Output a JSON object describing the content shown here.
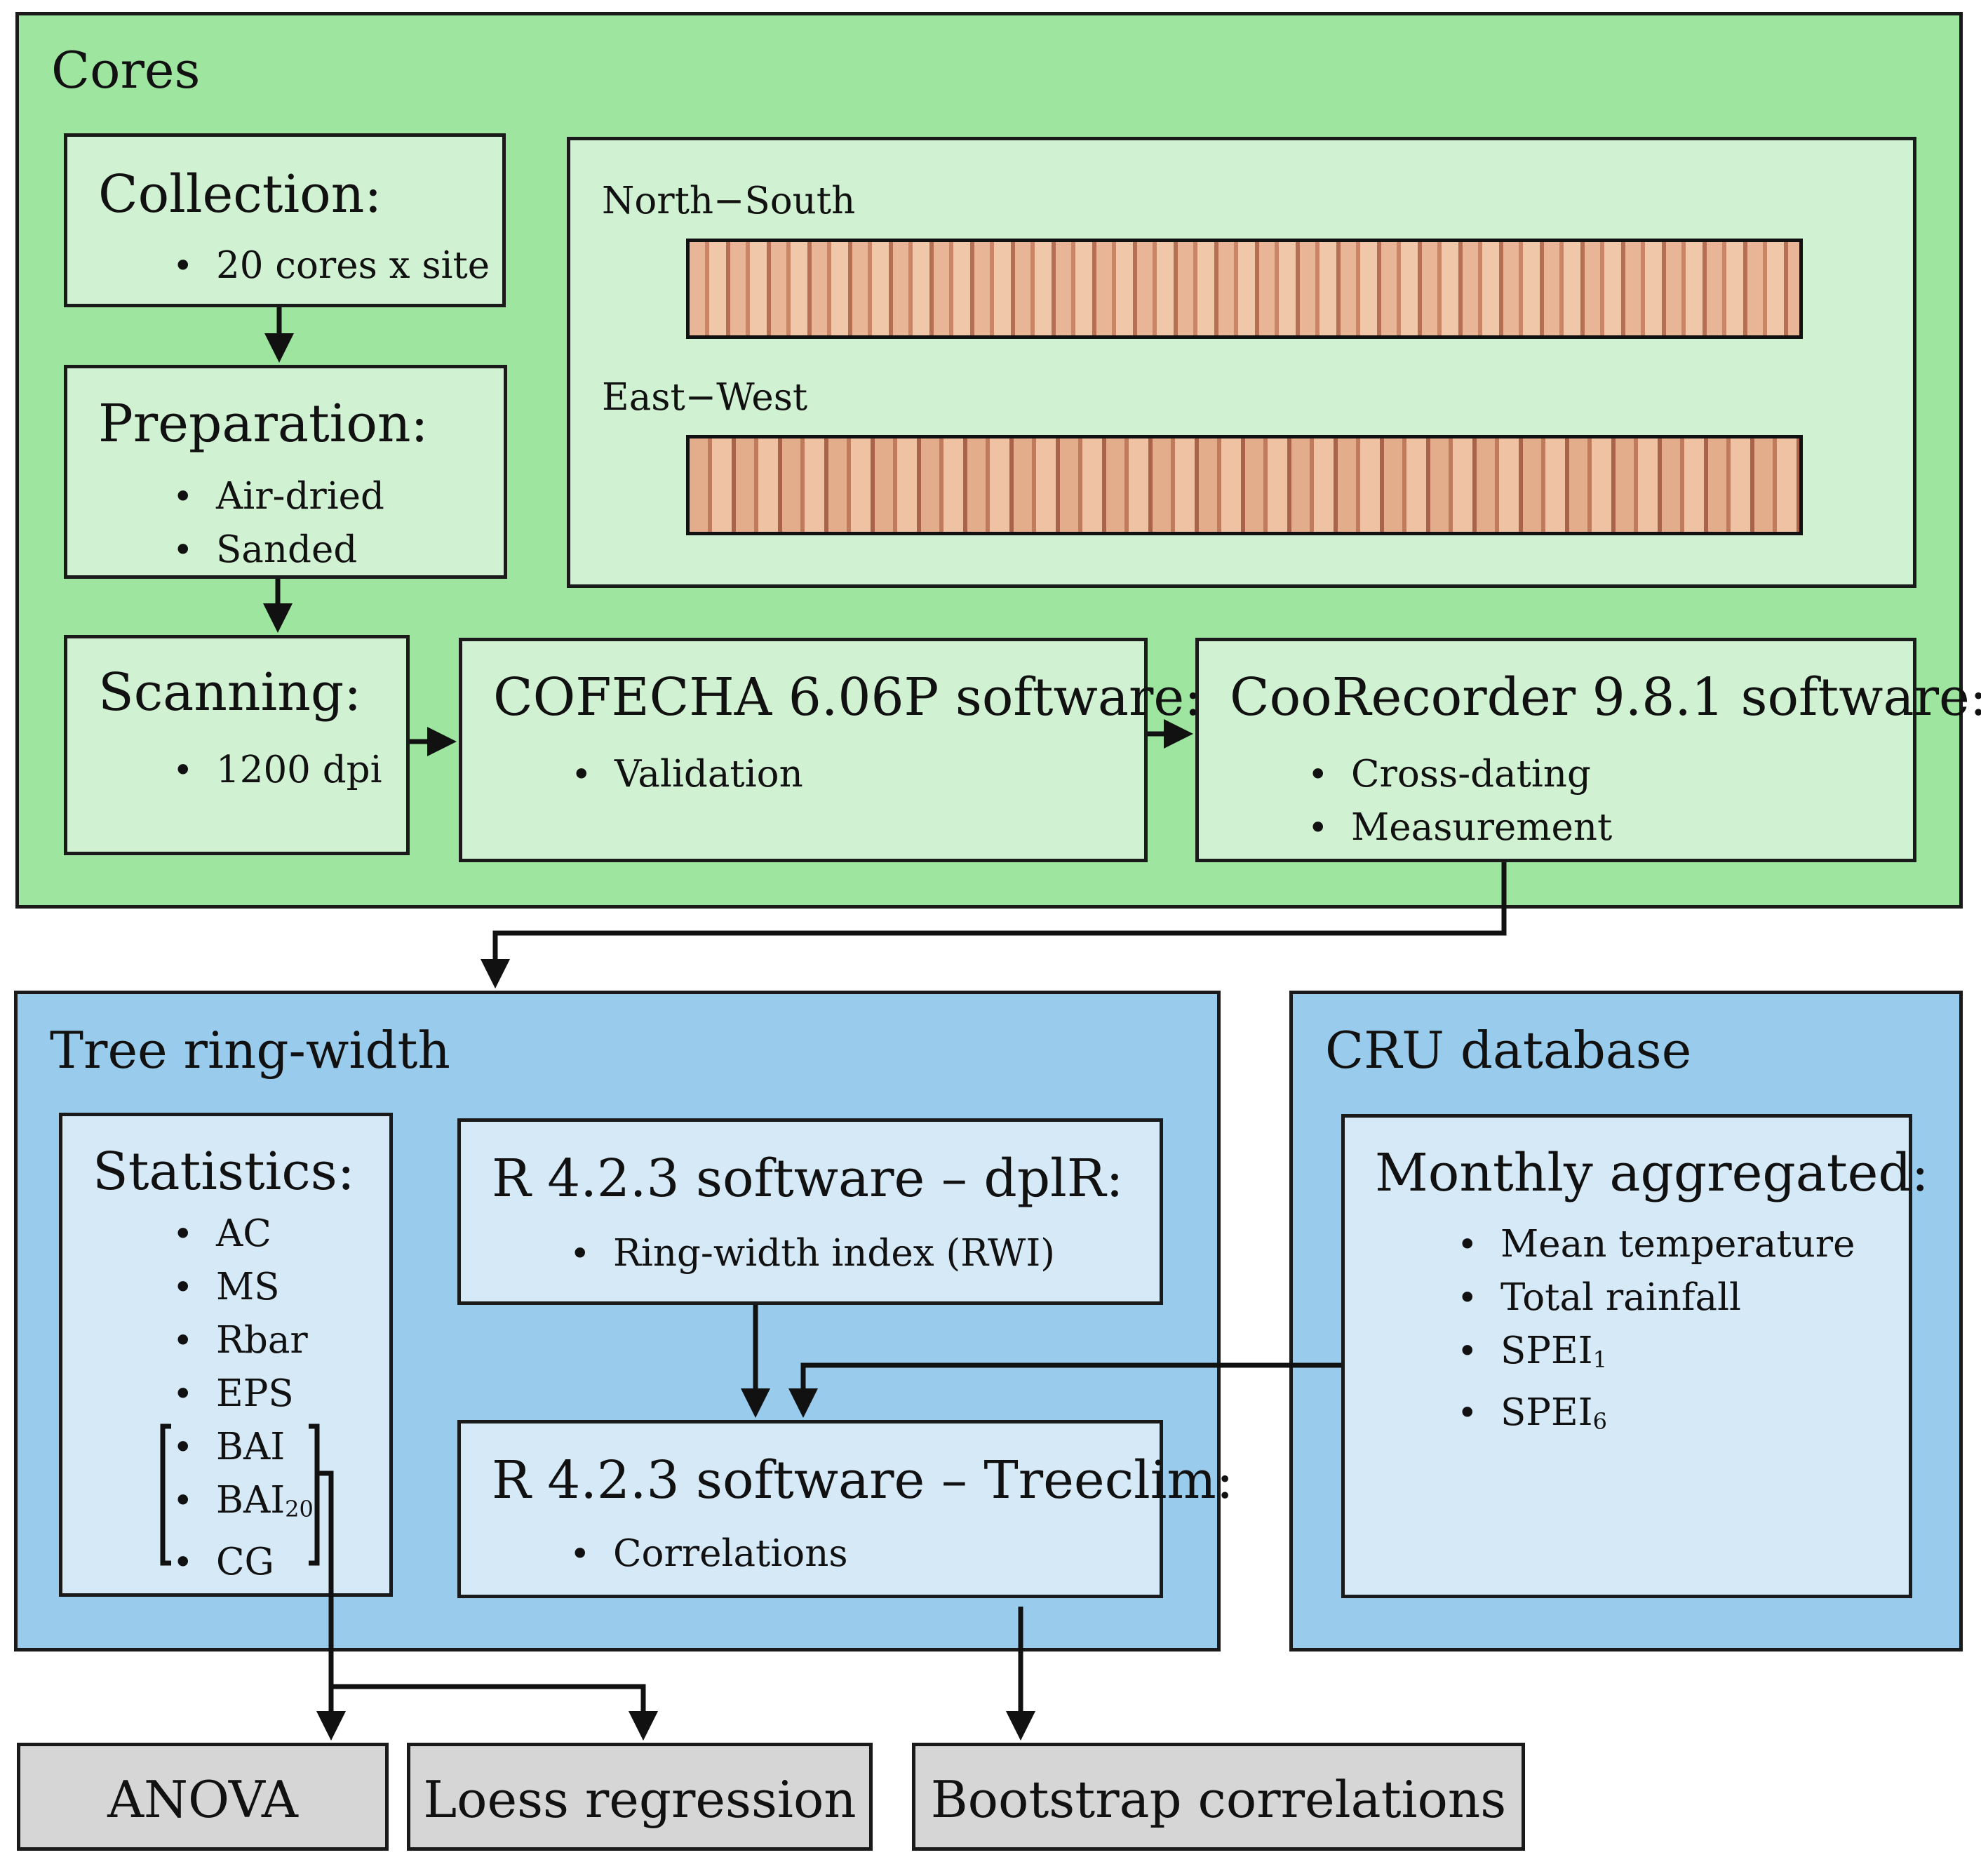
{
  "cores": {
    "title": "Cores",
    "collection": {
      "title": "Collection:",
      "items": [
        "20 cores x site"
      ]
    },
    "preparation": {
      "title": "Preparation:",
      "items": [
        "Air-dried",
        "Sanded"
      ]
    },
    "scanning": {
      "title": "Scanning:",
      "items": [
        "1200 dpi"
      ]
    },
    "cofecha": {
      "title": "COFECHA 6.06P software:",
      "items": [
        "Validation"
      ]
    },
    "coorecorder": {
      "title": "CooRecorder 9.8.1 software:",
      "items": [
        "Cross-dating",
        "Measurement"
      ]
    },
    "samples": {
      "north_south": "North−South",
      "east_west": "East−West"
    }
  },
  "tree_ring": {
    "title": "Tree ring-width",
    "statistics": {
      "title": "Statistics:",
      "items": [
        "AC",
        "MS",
        "Rbar",
        "EPS",
        "BAI"
      ],
      "bai20": {
        "base": "BAI",
        "sub": "20"
      },
      "cg": "CG"
    },
    "dplr": {
      "title": "R 4.2.3 software – dplR:",
      "items": [
        "Ring-width index (RWI)"
      ]
    },
    "treeclim": {
      "title": "R 4.2.3 software – Treeclim:",
      "items": [
        "Correlations"
      ]
    }
  },
  "cru": {
    "title": "CRU database",
    "monthly": {
      "title": "Monthly aggregated:",
      "items": [
        "Mean temperature",
        "Total rainfall"
      ],
      "spei1": {
        "base": "SPEI",
        "sub": "1"
      },
      "spei6": {
        "base": "SPEI",
        "sub": "6"
      }
    }
  },
  "outputs": {
    "anova": "ANOVA",
    "loess": "Loess regression",
    "bootstrap": "Bootstrap correlations"
  },
  "colors": {
    "green_outer": "#9ee5a0",
    "green_inner": "#d0f1d2",
    "blue_outer": "#99cbec",
    "blue_inner": "#d6e9f7",
    "grey": "#d6d6d6",
    "wood": "#d9a27f"
  }
}
